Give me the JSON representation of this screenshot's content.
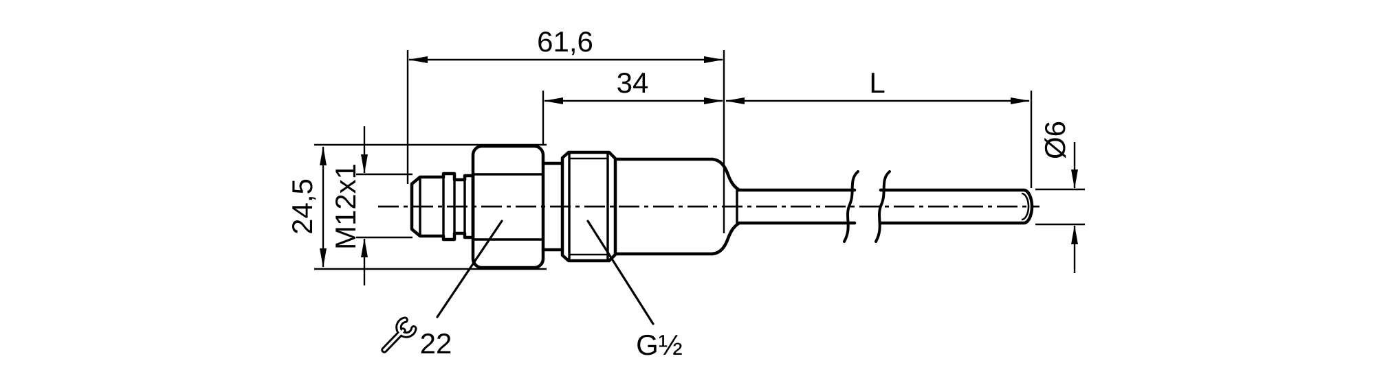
{
  "drawing": {
    "background_color": "#ffffff",
    "line_color": "#000000",
    "labels": {
      "overall_length": "61,6",
      "thread_section_length": "34",
      "probe_length": "L",
      "probe_diameter": "Ø6",
      "connector_height": "24,5",
      "connector_thread": "M12x1",
      "wrench_size": "22",
      "process_connection": "G½"
    },
    "icons": {
      "wrench": "wrench-icon"
    }
  }
}
